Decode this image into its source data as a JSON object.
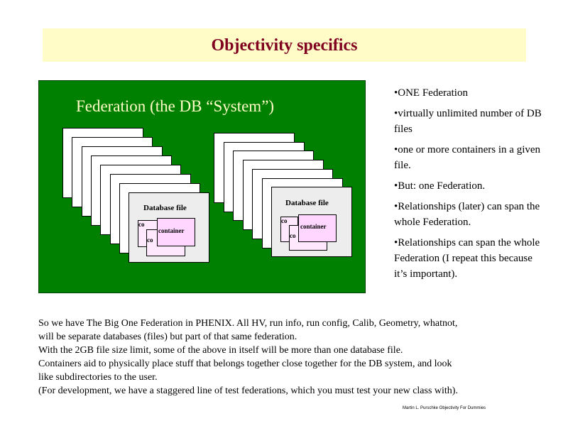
{
  "title": "Objectivity specifics",
  "diagram": {
    "title": "Federation (the DB “System”)",
    "left_stack": {
      "db_label": "Database file",
      "containers": [
        "co",
        "co",
        "container"
      ]
    },
    "right_stack": {
      "db_label": "Database file",
      "containers": [
        "co",
        "co",
        "container"
      ]
    }
  },
  "bullets": [
    "•ONE Federation",
    "•virtually unlimited number of DB files",
    "•one or more containers in a given file.",
    "•But:  one Federation.",
    "•Relationships (later) can span the whole Federation.",
    "•Relationships can span the whole Federation (I repeat this because it’s important)."
  ],
  "paragraph_lines": [
    "So we have The Big One Federation in PHENIX. All HV, run info, run config, Calib, Geometry, whatnot,",
    "will be separate databases (files) but part of that same federation.",
    "With the 2GB file size limit, some of the above in itself will be more than one database file.",
    "Containers aid to physically place stuff that belongs together close together for the DB system, and look",
    "like subdirectories to the user.",
    "(For development, we have a staggered line of test federations, which you must test your new class with)."
  ],
  "footer": "Martin L. Purschke Objectivity For Dummies",
  "colors": {
    "title_bg": "#fffcc8",
    "title_text": "#800020",
    "diagram_bg": "#008000",
    "diagram_title": "#fffcc8",
    "container": "#ffd6ff"
  }
}
